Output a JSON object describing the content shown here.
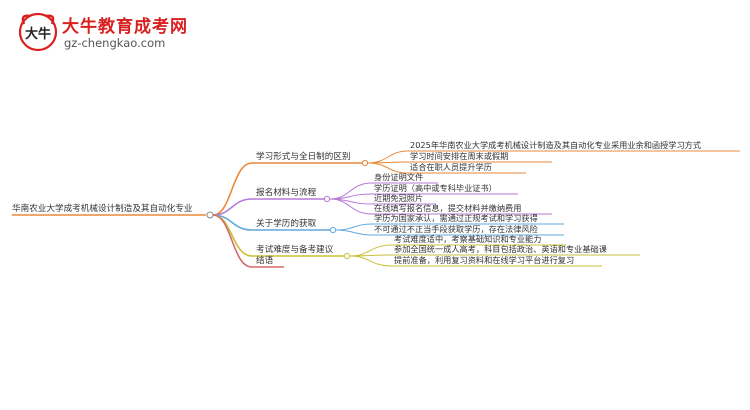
{
  "header": {
    "site_name": "大牛教育成考网",
    "site_url": "gz-chengkao.com",
    "logo_glyph": "大牛"
  },
  "mindmap": {
    "root": "华南农业大学成考机械设计制造及其自动化专业",
    "branches": [
      {
        "label": "学习形式与全日制的区别",
        "color": "#e8893a",
        "children": [
          "2025年华南农业大学成考机械设计制造及其自动化专业采用业余和函授学习方式",
          "学习时间安排在周末或假期",
          "适合在职人员提升学历"
        ]
      },
      {
        "label": "报名材料与流程",
        "color": "#b57ad6",
        "children": [
          "身份证明文件",
          "学历证明（高中或专科毕业证书）",
          "近期免冠照片",
          "在线填写报名信息，提交材料并缴纳费用"
        ]
      },
      {
        "label": "关于学历的获取",
        "color": "#5fa8e0",
        "children": [
          "学历为国家承认，需通过正规考试和学习获得",
          "不可通过不正当手段获取学历，存在法律风险"
        ]
      },
      {
        "label": "考试难度与备考建议",
        "color": "#c9c23a",
        "children": [
          "考试难度适中，考察基础知识和专业能力",
          "参加全国统一成人高考，科目包括政治、英语和专业基础课",
          "提前准备，利用复习资料和在线学习平台进行复习"
        ]
      },
      {
        "label": "结语",
        "color": "#d46a6a",
        "children": []
      }
    ]
  }
}
